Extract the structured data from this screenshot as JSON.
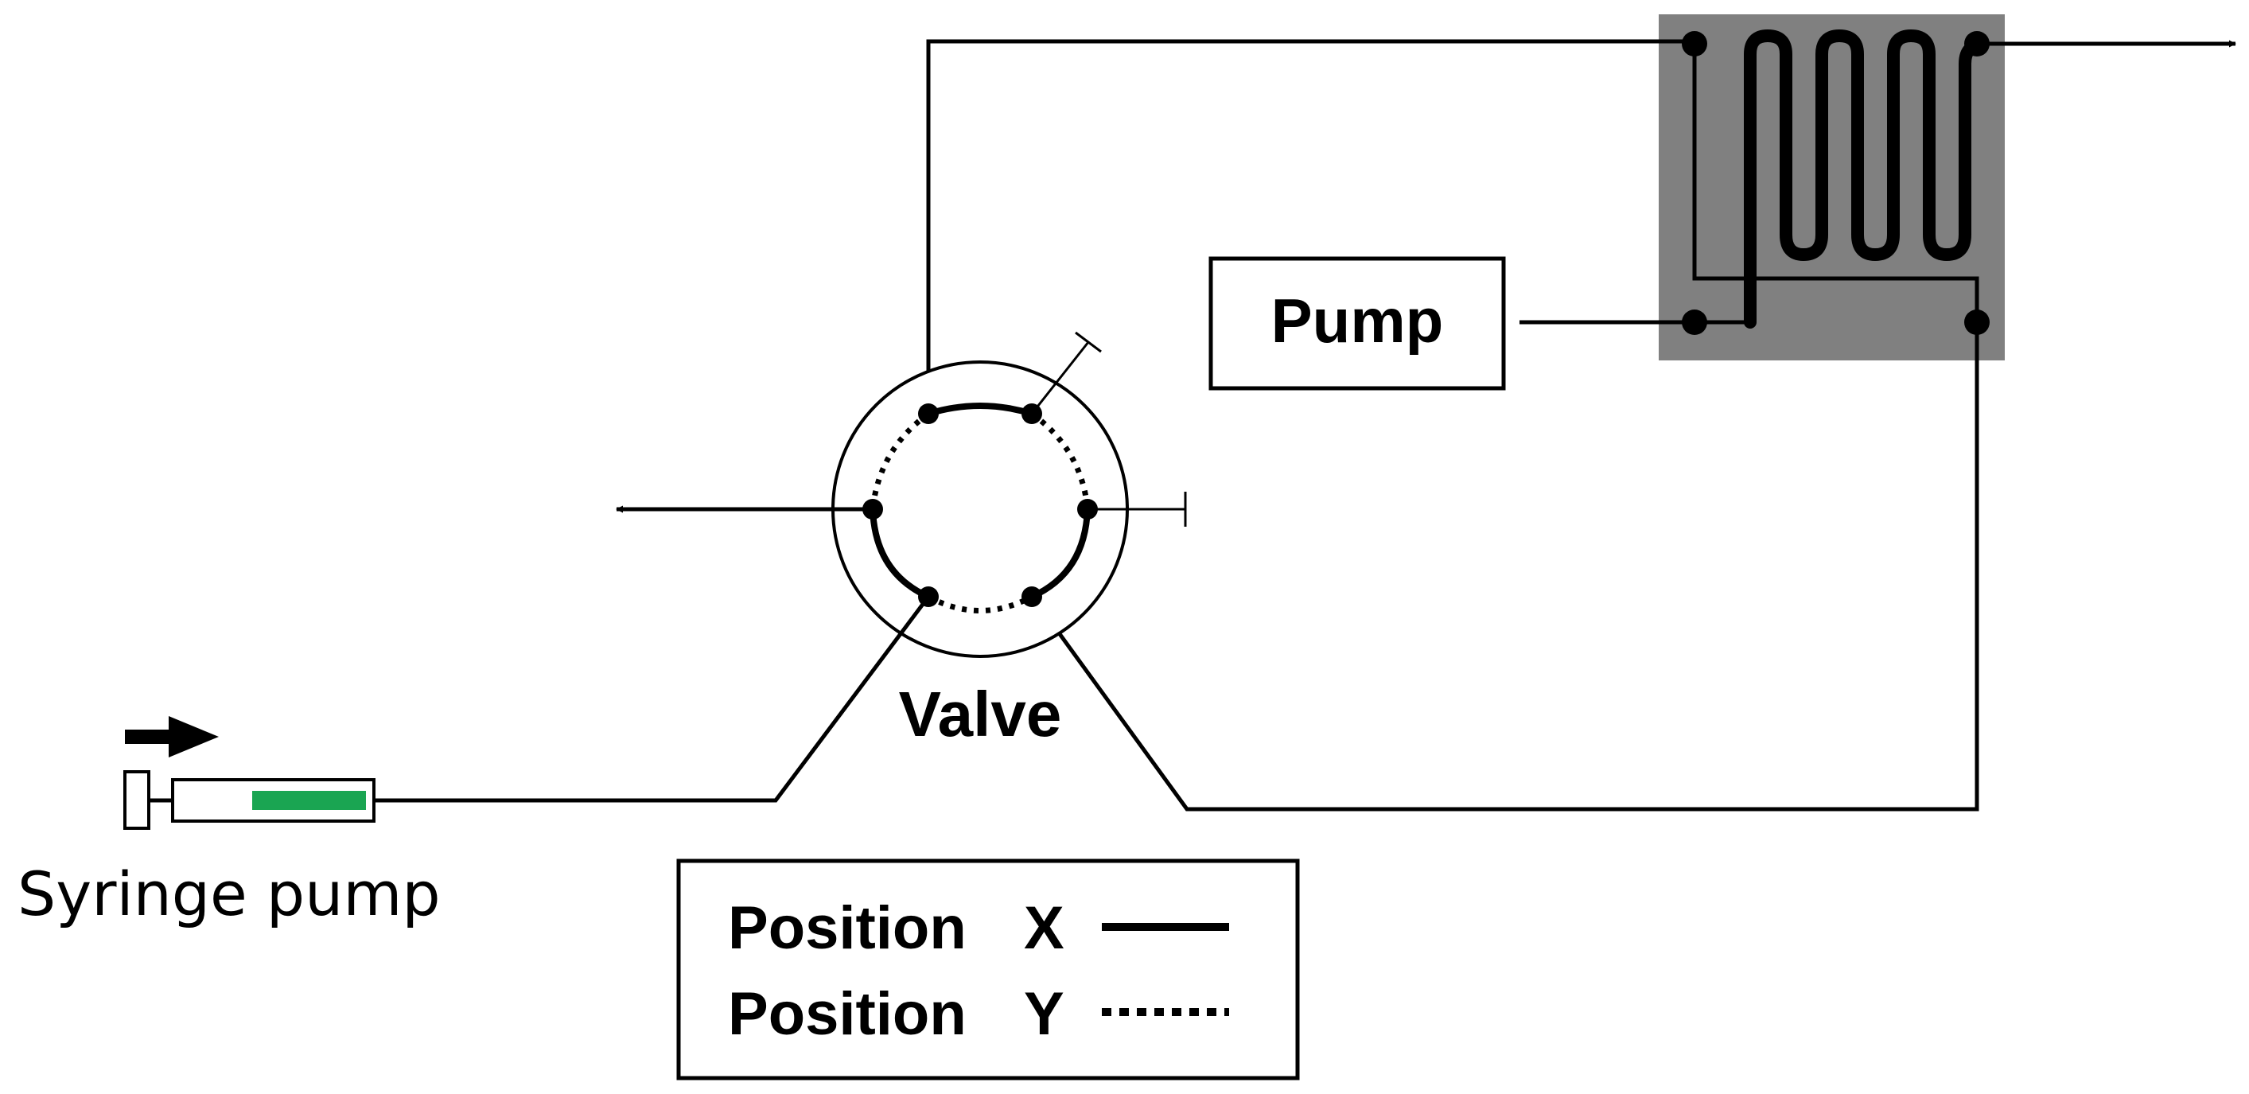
{
  "labels": {
    "pump": "Pump",
    "valve": "Valve",
    "syringe_pump": "Syringe pump"
  },
  "legend": {
    "items": [
      {
        "label": "Position",
        "symbol": "X",
        "style": "solid"
      },
      {
        "label": "Position",
        "symbol": "Y",
        "style": "dotted"
      }
    ]
  },
  "colors": {
    "line": "#000000",
    "reactor_block": "#808080",
    "syringe_fill": "#1aa552"
  }
}
